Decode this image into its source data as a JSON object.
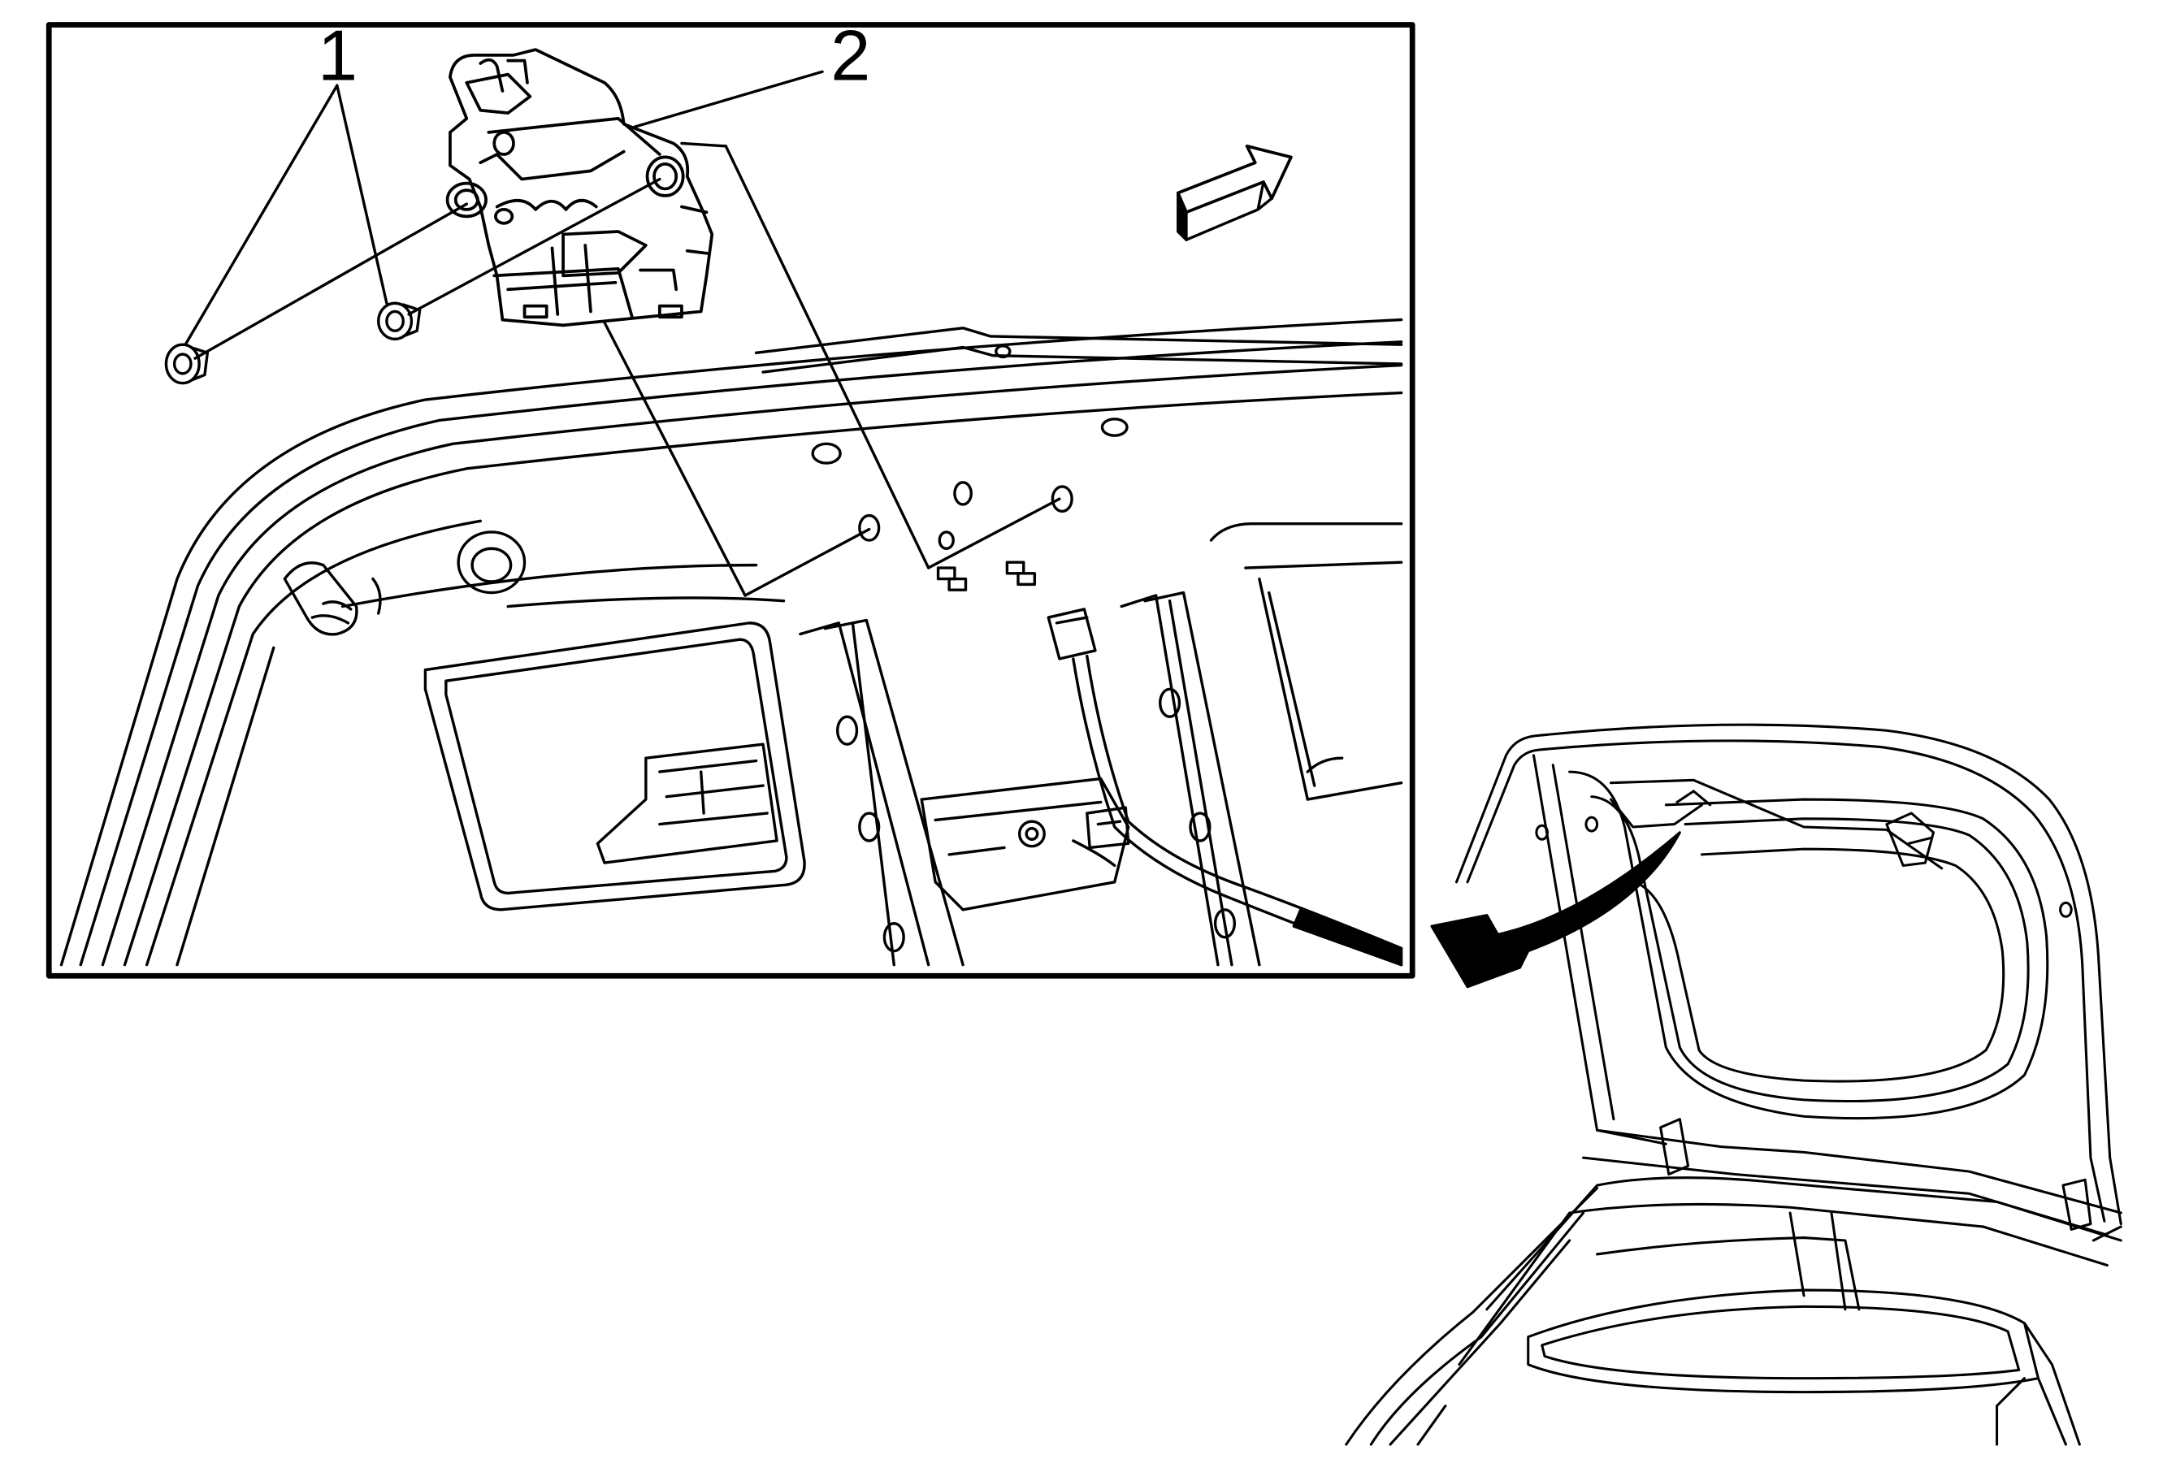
{
  "callouts": [
    {
      "id": "1",
      "label": "1"
    },
    {
      "id": "2",
      "label": "2"
    }
  ],
  "colors": {
    "ink": "#000000",
    "paper": "#ffffff"
  },
  "icons": {
    "direction_arrow": "front-direction-arrow-icon",
    "motion_arrow": "curved-motion-arrow-icon"
  }
}
